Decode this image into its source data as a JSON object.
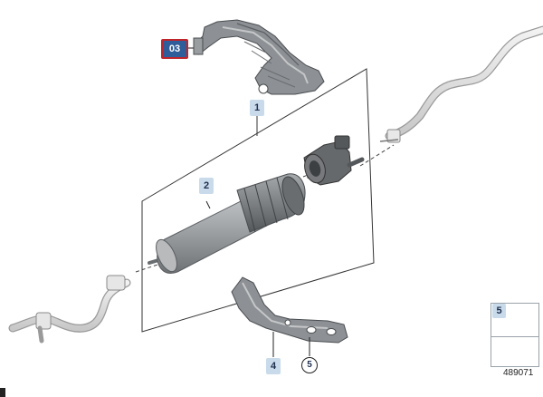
{
  "callouts": {
    "part_03": "03",
    "part_1": "1",
    "part_2": "2",
    "part_4": "4",
    "part_5": "5",
    "inset_5": "5"
  },
  "diagram_number": "489071",
  "colors": {
    "callout_fill": "#c9dbea",
    "selected_callout_fill": "#2f5d9a",
    "selected_callout_border": "#c0242b",
    "part_gray": "#8a8d90",
    "line_color": "#222222"
  },
  "icons": [
    "bracket-icon",
    "fuel-filter-icon",
    "connector-icon",
    "holder-icon",
    "nut-icon",
    "tightening-torque-icon"
  ]
}
